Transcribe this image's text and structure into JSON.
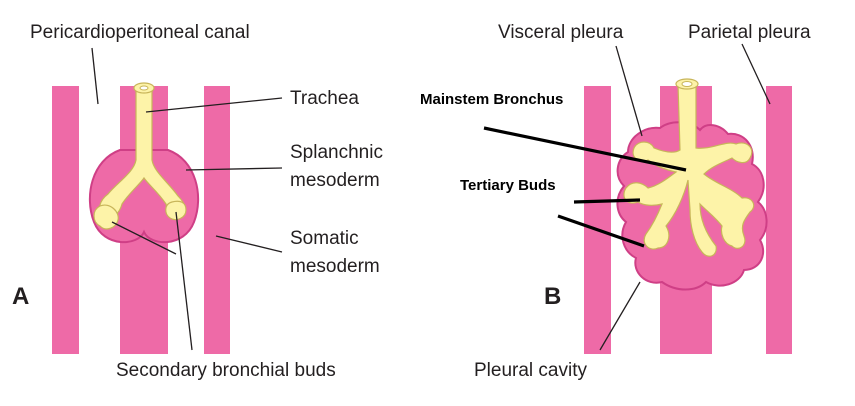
{
  "colors": {
    "mesoderm_pink": "#ee6aa7",
    "mesoderm_edge": "#cf3f86",
    "coelom_light": "#f7b6d2",
    "endoderm_yellow": "#fdf3a8",
    "endoderm_edge": "#c8b55a",
    "ink": "#231f20"
  },
  "panel_a": {
    "letter": "A",
    "labels": {
      "canal": "Pericardioperitoneal canal",
      "trachea": "Trachea",
      "splanchnic_line1": "Splanchnic",
      "splanchnic_line2": "mesoderm",
      "somatic_line1": "Somatic",
      "somatic_line2": "mesoderm",
      "secondary": "Secondary bronchial buds"
    }
  },
  "panel_b": {
    "letter": "B",
    "labels": {
      "visceral": "Visceral pleura",
      "parietal": "Parietal pleura",
      "mainstem": "Mainstem Bronchus",
      "tertiary": "Tertiary Buds",
      "pleural_cavity": "Pleural cavity"
    }
  }
}
